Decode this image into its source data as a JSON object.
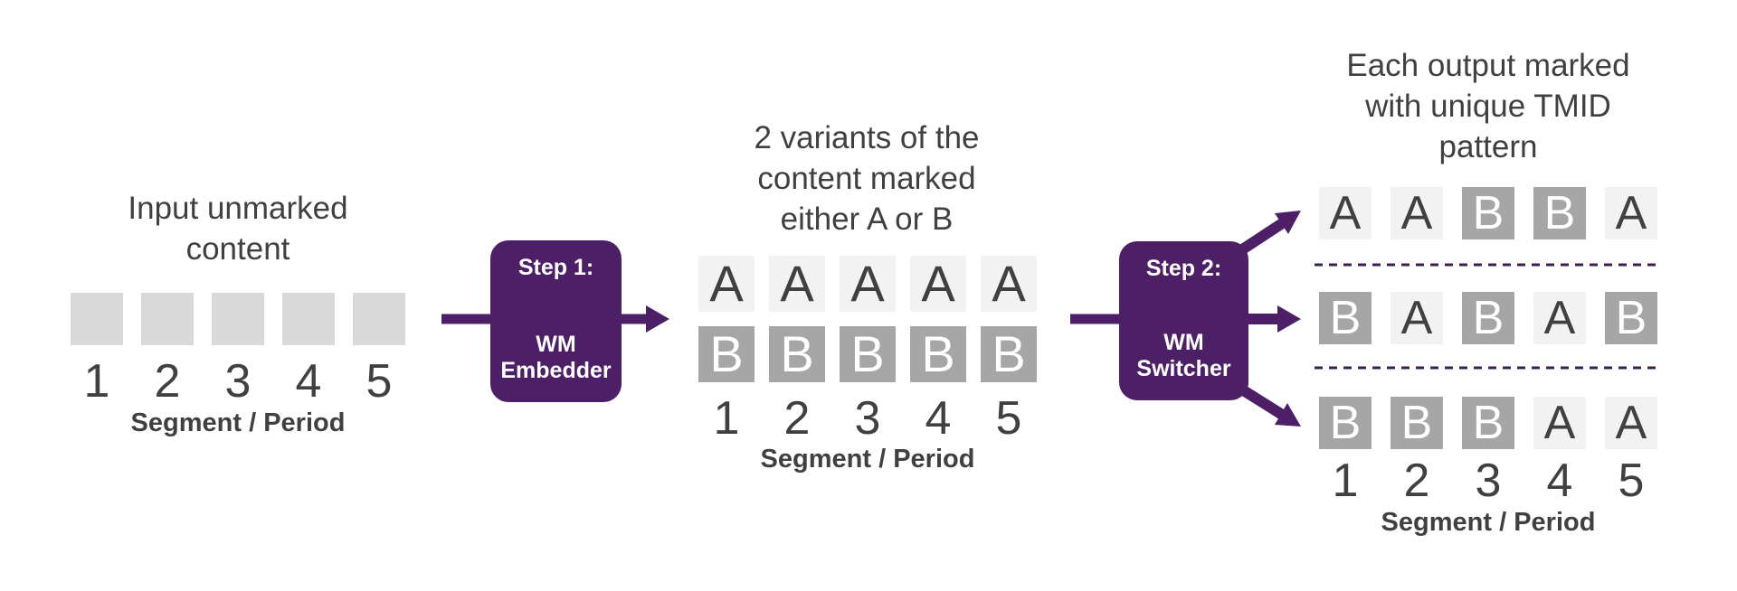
{
  "colors": {
    "accent_purple": "#4D1F66",
    "separator_purple": "#3B1F4E",
    "cell_blank_bg": "#D9D9D9",
    "cell_a_bg": "#F2F2F2",
    "cell_b_bg": "#A6A6A6",
    "cell_a_text": "#404040",
    "cell_b_text": "#FFFFFF",
    "text_dark": "#404040"
  },
  "input_section": {
    "title": "Input unmarked\ncontent",
    "cells": [
      "",
      "",
      "",
      "",
      ""
    ],
    "segments": [
      "1",
      "2",
      "3",
      "4",
      "5"
    ],
    "axis_label": "Segment / Period"
  },
  "step1": {
    "title": "Step 1:",
    "name": "WM Embedder"
  },
  "variants_section": {
    "title": "2 variants of the\ncontent marked\neither A or B",
    "rows": [
      {
        "name": "variant-a",
        "cells": [
          "A",
          "A",
          "A",
          "A",
          "A"
        ]
      },
      {
        "name": "variant-b",
        "cells": [
          "B",
          "B",
          "B",
          "B",
          "B"
        ]
      }
    ],
    "segments": [
      "1",
      "2",
      "3",
      "4",
      "5"
    ],
    "axis_label": "Segment / Period"
  },
  "step2": {
    "title": "Step 2:",
    "name": "WM Switcher"
  },
  "output_section": {
    "title": "Each output marked\nwith unique TMID\npattern",
    "rows": [
      {
        "name": "output-1",
        "cells": [
          "A",
          "A",
          "B",
          "B",
          "A"
        ]
      },
      {
        "name": "output-2",
        "cells": [
          "B",
          "A",
          "B",
          "A",
          "B"
        ]
      },
      {
        "name": "output-3",
        "cells": [
          "B",
          "B",
          "B",
          "A",
          "A"
        ]
      }
    ],
    "segments": [
      "1",
      "2",
      "3",
      "4",
      "5"
    ],
    "axis_label": "Segment / Period"
  }
}
